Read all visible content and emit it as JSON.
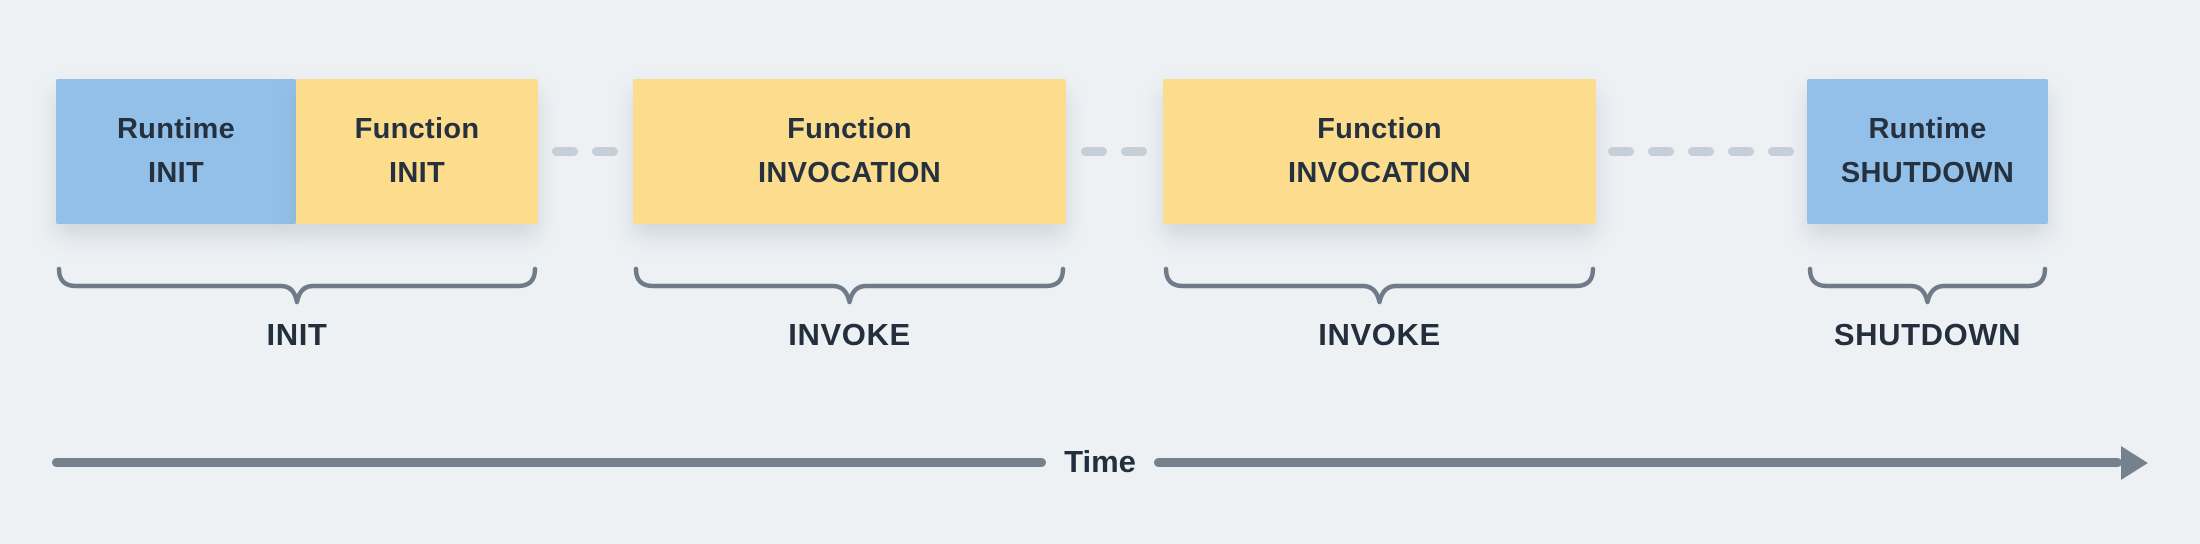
{
  "palette": {
    "background": "#edf1f4",
    "box_blue": "#92c0e9",
    "box_yellow": "#fbdd8d",
    "box_text": "#26313f",
    "brace_stroke": "#6f7b89",
    "dash": "#c6cfd8",
    "timeline": "#76818e",
    "label_text": "#232f3d"
  },
  "phases": [
    {
      "line1": "Runtime",
      "line2": "INIT",
      "fill": "blue"
    },
    {
      "line1": "Function",
      "line2": "INIT",
      "fill": "yellow"
    },
    {
      "line1": "Function",
      "line2": "INVOCATION",
      "fill": "yellow"
    },
    {
      "line1": "Function",
      "line2": "INVOCATION",
      "fill": "yellow"
    },
    {
      "line1": "Runtime",
      "line2": "SHUTDOWN",
      "fill": "blue"
    }
  ],
  "groups": [
    {
      "label": "INIT"
    },
    {
      "label": "INVOKE"
    },
    {
      "label": "INVOKE"
    },
    {
      "label": "SHUTDOWN"
    }
  ],
  "timeline": {
    "label": "Time"
  }
}
